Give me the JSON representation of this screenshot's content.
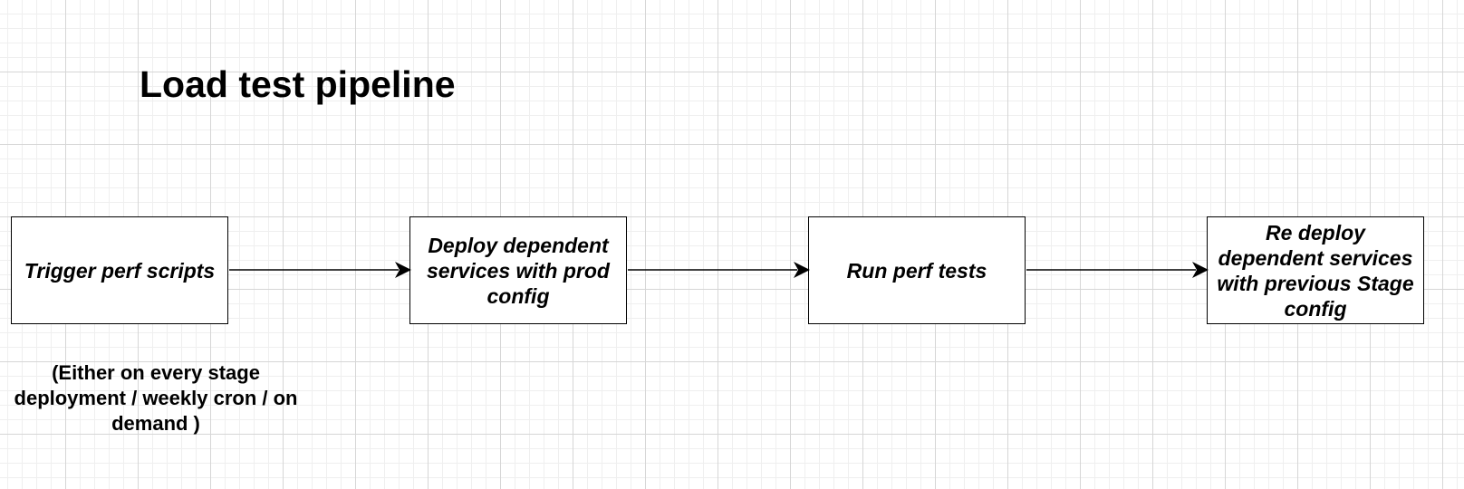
{
  "diagram": {
    "title": "Load test pipeline",
    "nodes": [
      {
        "id": "trigger",
        "label": "Trigger perf scripts"
      },
      {
        "id": "deploy",
        "label": "Deploy dependent services with prod config"
      },
      {
        "id": "run",
        "label": "Run perf tests"
      },
      {
        "id": "redeploy",
        "label": "Re deploy dependent services with previous Stage config"
      }
    ],
    "edges": [
      {
        "from": "trigger",
        "to": "deploy"
      },
      {
        "from": "deploy",
        "to": "run"
      },
      {
        "from": "run",
        "to": "redeploy"
      }
    ],
    "trigger_note": "(Either on every stage deployment / weekly cron / on demand )"
  }
}
